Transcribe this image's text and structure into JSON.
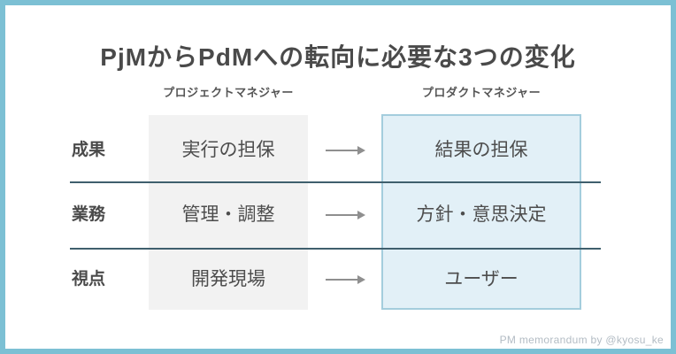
{
  "page": {
    "title": "PjMからPdMへの転向に必要な3つの変化",
    "footer_credit": "PM memorandum by @kyosu_ke"
  },
  "table": {
    "columns": [
      {
        "header": "プロジェクトマネジャー"
      },
      {
        "header": "プロダクトマネジャー"
      }
    ],
    "rows": [
      {
        "label": "成果",
        "from": "実行の担保",
        "to": "結果の担保"
      },
      {
        "label": "業務",
        "from": "管理・調整",
        "to": "方針・意思決定"
      },
      {
        "label": "視点",
        "from": "開発現場",
        "to": "ユーザー"
      }
    ]
  },
  "colors": {
    "frame_border": "#7cc0d4",
    "separator_line": "#3f5f6d",
    "from_column_fill": "#f2f2f2",
    "to_column_fill": "#e2f0f7",
    "to_column_border": "#a4cddd",
    "arrow": "#8f8f8f",
    "title_text": "#4a4a4a",
    "footer_text": "#b3bcc4"
  }
}
